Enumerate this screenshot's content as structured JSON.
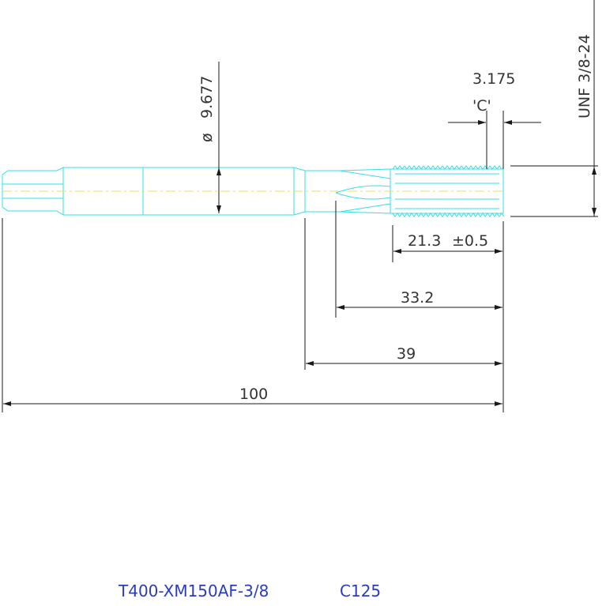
{
  "colors": {
    "outline": "#33e0e8",
    "dimension": "#1a1a1a",
    "centerline": "#e8e060",
    "title": "#2a3cc0"
  },
  "dimensions": {
    "diameter_symbol": "ø",
    "diameter_value": "9.677",
    "chamfer_value": "3.175",
    "chamfer_label": "'C'",
    "thread_spec": "UNF 3/8-24",
    "thread_length": "21.3",
    "thread_tolerance": "±0.5",
    "flute_length": "33.2",
    "neck_length": "39",
    "overall_length": "100"
  },
  "title_block": {
    "part_number": "T400-XM150AF-3/8",
    "code": "C125"
  }
}
